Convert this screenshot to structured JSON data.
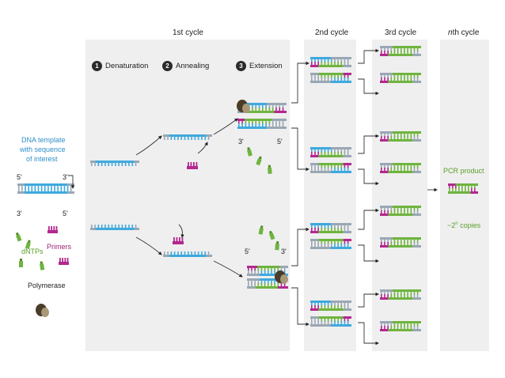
{
  "headers": {
    "first_cycle": "1st cycle",
    "second_cycle": "2nd cycle",
    "third_cycle": "3rd cycle",
    "nth_cycle_n": "n",
    "nth_cycle_rest": "th cycle"
  },
  "steps": [
    {
      "number": "1",
      "label": "Denaturation"
    },
    {
      "number": "2",
      "label": "Annealing"
    },
    {
      "number": "3",
      "label": "Extension"
    }
  ],
  "left": {
    "template_line1": "DNA template",
    "template_line2": "with sequence",
    "template_line3": "of interest",
    "end5_top": "5'",
    "end3_top": "3'",
    "end3_bottom": "3'",
    "end5_bottom": "5'",
    "dntps": "dNTPs",
    "primers": "Primers",
    "polymerase": "Polymerase"
  },
  "extension_labels": {
    "top_3": "3'",
    "top_5": "5'",
    "bottom_5": "5'",
    "bottom_3": "3'"
  },
  "result": {
    "product": "PCR product",
    "copies_prefix": "~2",
    "copies_exp": "n",
    "copies_suffix": " copies"
  },
  "colors": {
    "panel": "#efefef",
    "template_blue": "#3fa9dd",
    "backbone_grey": "#9aa7b4",
    "primer_magenta": "#b3288f",
    "new_strand_green": "#6fb43f",
    "label_blue": "#2f8fc9",
    "label_green": "#5b9e2a",
    "label_magenta": "#9c2277",
    "polymerase_brown": "#6b5a40"
  }
}
